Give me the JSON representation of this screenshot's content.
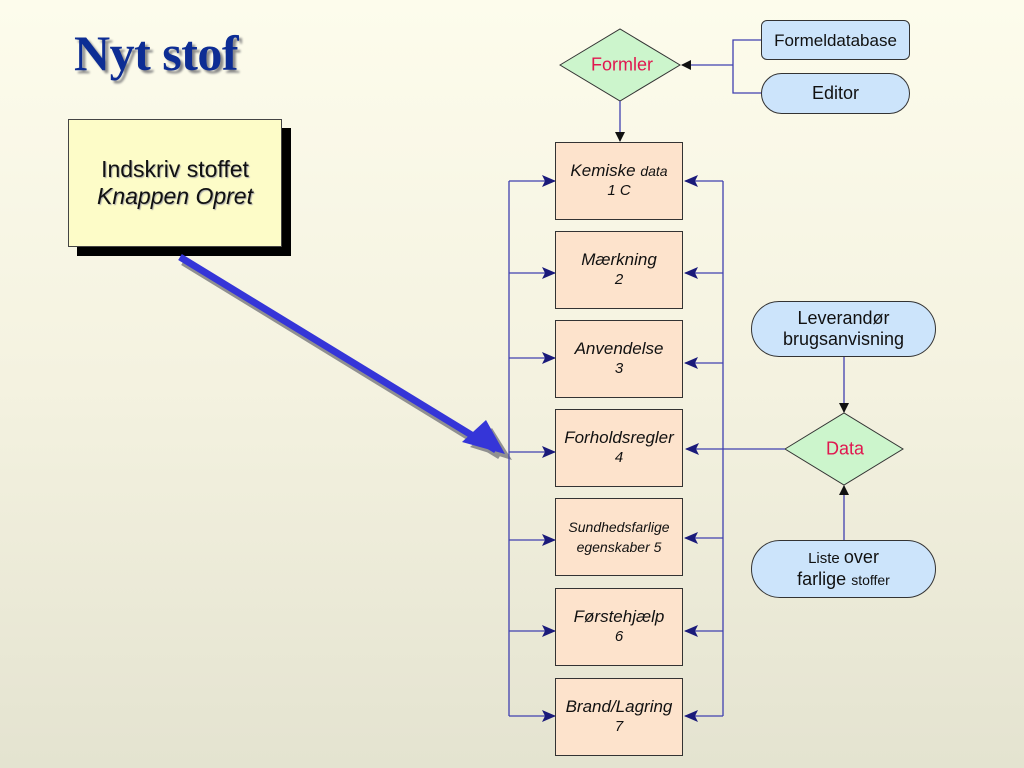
{
  "slide": {
    "title": "Nyt stof"
  },
  "note": {
    "line1": "Indskriv stoffet",
    "line2": "Knappen Opret"
  },
  "decisions": {
    "formler": "Formler",
    "data": "Data"
  },
  "sources": {
    "formeldatabase": "Formeldatabase",
    "editor": "Editor",
    "leverandor_line1": "Leverandør",
    "leverandor_line2": "brugsanvisning",
    "liste_a": "Liste ",
    "liste_b": "over",
    "liste_c": "farlige ",
    "liste_d": "stoffer"
  },
  "steps": [
    {
      "label": "Kemiske ",
      "label_small": "data",
      "num": "1 C"
    },
    {
      "label": "Mærkning",
      "num": "2"
    },
    {
      "label": "Anvendelse",
      "num": "3"
    },
    {
      "label": "Forholdsregler",
      "num": "4"
    },
    {
      "label": "Sundhedsfarlige",
      "label2": "egenskaber 5"
    },
    {
      "label": "Førstehjælp",
      "num": "6"
    },
    {
      "label": "Brand/Lagring",
      "num": "7"
    }
  ],
  "colors": {
    "title": "#0d2d94",
    "connector": "#4040b0",
    "pointer_arrow": "#3535d8",
    "step_fill": "#fde3cc",
    "decision_fill": "#ccf5cc",
    "decision_text": "#e0174f",
    "source_fill": "#cce4fb",
    "note_fill": "#fdfcc8"
  }
}
